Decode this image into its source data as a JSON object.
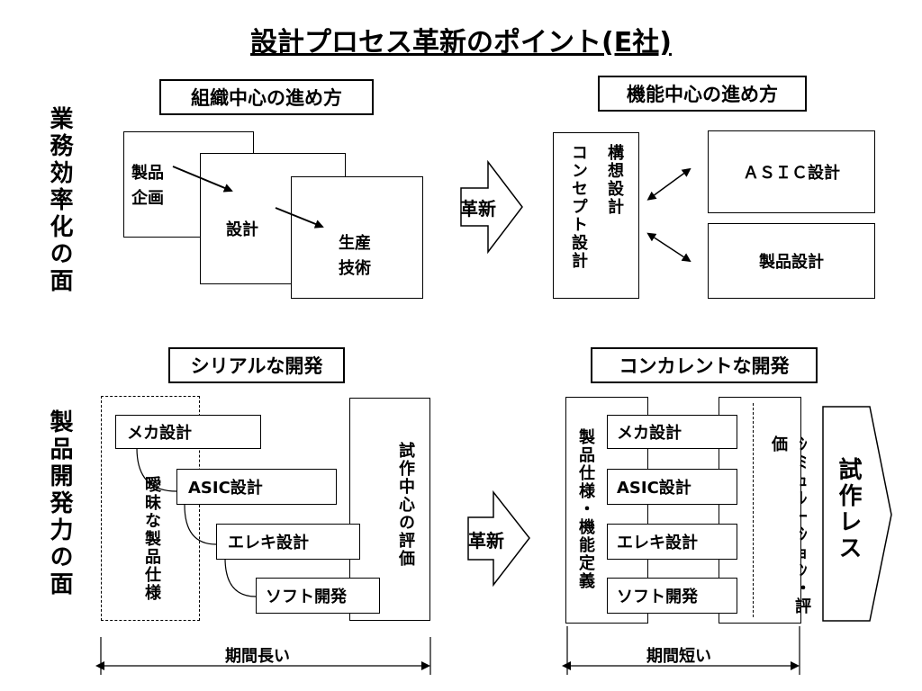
{
  "title": "設計プロセス革新のポイント(E社)",
  "section_top": {
    "side_label": "業務効率化の面",
    "left_header": "組織中心の進め方",
    "right_header": "機能中心の進め方",
    "org_boxes": [
      "製品\n企画",
      "設計",
      "生産\n技術"
    ],
    "arrow_label": "革新",
    "concept_design": "コンセプト設計",
    "structure_design": "構想設計",
    "asic_design": "ＡＳＩＣ設計",
    "product_design": "製品設計"
  },
  "section_bottom": {
    "side_label": "製品開発力の面",
    "left_header": "シリアルな開発",
    "right_header": "コンカレントな開発",
    "serial_tasks": [
      "メカ設計",
      "ASIC設計",
      "エレキ設計",
      "ソフト開発"
    ],
    "ambiguous_spec": "曖昧な製品仕様",
    "prototype_eval": "試作中心の評価",
    "arrow_label": "革新",
    "product_spec": "製品仕様・機能定義",
    "concurrent_tasks": [
      "メカ設計",
      "ASIC設計",
      "エレキ設計",
      "ソフト開発"
    ],
    "simulation": "ｼﾐｭﾚｰｼｮﾝ・評価",
    "prototype_less": "試作レス",
    "period_long": "期間長い",
    "period_short": "期間短い"
  }
}
